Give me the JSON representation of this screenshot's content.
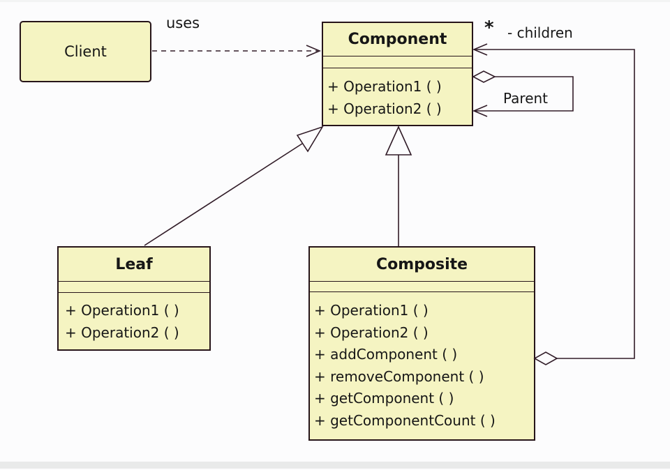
{
  "classes": {
    "client": {
      "name": "Client",
      "methods": []
    },
    "component": {
      "name": "Component",
      "methods": [
        "+ Operation1 ( )",
        "+ Operation2 ( )"
      ]
    },
    "leaf": {
      "name": "Leaf",
      "methods": [
        "+ Operation1 ( )",
        "+ Operation2 ( )"
      ]
    },
    "composite": {
      "name": "Composite",
      "methods": [
        "+ Operation1 ( )",
        "+ Operation2 ( )",
        "+ addComponent ( )",
        "+ removeComponent ( )",
        "+ getComponent ( )",
        "+ getComponentCount ( )"
      ]
    }
  },
  "labels": {
    "uses": "uses",
    "children_multiplicity": "*",
    "children_role": "- children",
    "parent_role": "Parent"
  },
  "relationships": [
    {
      "from": "Client",
      "to": "Component",
      "type": "dependency",
      "label": "uses"
    },
    {
      "from": "Leaf",
      "to": "Component",
      "type": "generalization"
    },
    {
      "from": "Composite",
      "to": "Component",
      "type": "generalization"
    },
    {
      "from": "Composite",
      "to": "Component",
      "type": "aggregation",
      "label": "* - children"
    },
    {
      "from": "Component",
      "to": "Component",
      "type": "aggregation-self",
      "label": "Parent"
    }
  ],
  "colors": {
    "box_fill": "#f5f4c2",
    "box_border": "#261419",
    "connector": "#311c28",
    "text": "#161616",
    "background": "#fcfcfd",
    "edge_band": "#e9eaea"
  }
}
